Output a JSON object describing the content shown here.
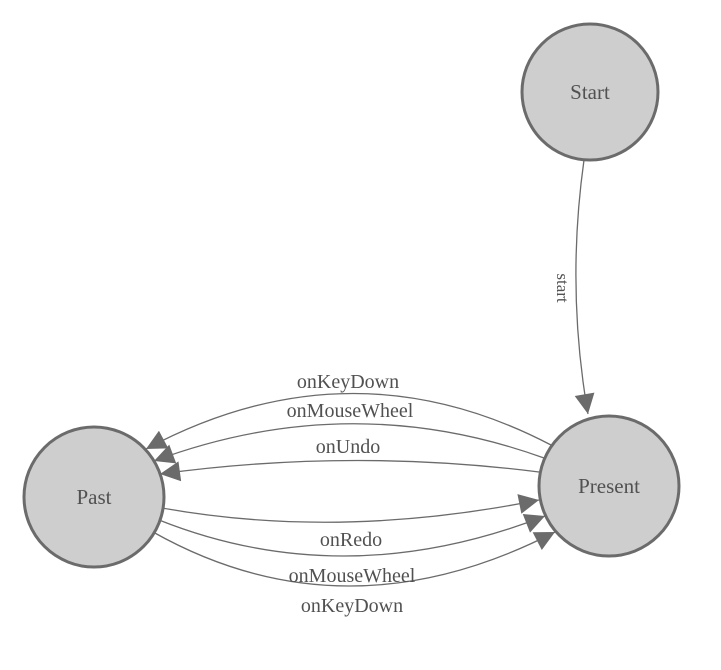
{
  "diagram": {
    "type": "state-machine",
    "nodes": [
      {
        "id": "start",
        "label": "Start"
      },
      {
        "id": "past",
        "label": "Past"
      },
      {
        "id": "present",
        "label": "Present"
      }
    ],
    "edges": [
      {
        "from": "start",
        "to": "present",
        "label": "start"
      },
      {
        "from": "present",
        "to": "past",
        "label": "onKeyDown"
      },
      {
        "from": "present",
        "to": "past",
        "label": "onMouseWheel"
      },
      {
        "from": "present",
        "to": "past",
        "label": "onUndo"
      },
      {
        "from": "past",
        "to": "present",
        "label": "onRedo"
      },
      {
        "from": "past",
        "to": "present",
        "label": "onMouseWheel"
      },
      {
        "from": "past",
        "to": "present",
        "label": "onKeyDown"
      }
    ],
    "colors": {
      "background": "#ffffff",
      "node_fill": "#cecece",
      "node_stroke": "#6b6b6b",
      "edge_stroke": "#6b6b6b",
      "arrow_fill": "#6b6b6b",
      "label_text": "#515151"
    }
  }
}
